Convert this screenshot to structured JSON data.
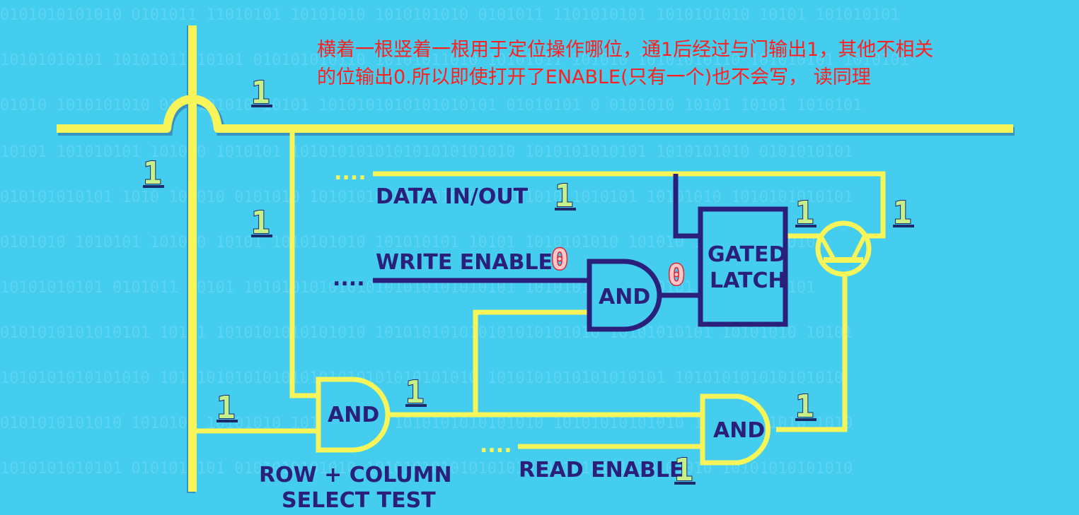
{
  "note": {
    "line1": "横着一根竖着一根用于定位操作哪位，通1后经过与门输出1，其他不相关",
    "line2": "的位输出0.所以即使打开了ENABLE(只有一个)也不会写， 读同理",
    "color": "#ff1f1f"
  },
  "colors": {
    "background": "#45cdef",
    "wire_active": "#f8f55a",
    "wire_inactive": "#2a1f7a",
    "gate_fill": "#45cdef"
  },
  "labels": {
    "data_in_out": "DATA IN/OUT",
    "write_enable": "WRITE ENABLE",
    "read_enable": "READ ENABLE",
    "row_col_line1": "ROW + COLUMN",
    "row_col_line2": "SELECT TEST",
    "dots": "....",
    "dots_short": "...."
  },
  "gates": {
    "and_select": "AND",
    "and_write": "AND",
    "and_read": "AND",
    "latch_line1": "GATED",
    "latch_line2": "LATCH"
  },
  "bits": {
    "row_wire": "1",
    "column_wire": "1",
    "column_mid": "1",
    "row_to_and": "1",
    "and_select_out": "1",
    "data_in_out": "1",
    "write_enable": "0",
    "and_write_out": "0",
    "latch_out": "1",
    "transistor_out": "1",
    "and_read_out": "1",
    "read_enable": "1"
  }
}
